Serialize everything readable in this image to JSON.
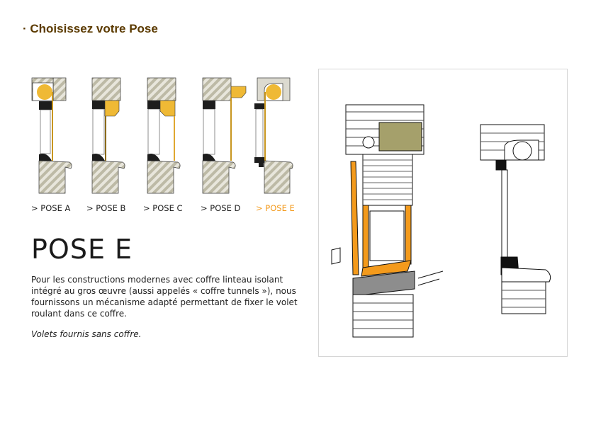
{
  "section_title": "· Choisissez votre Pose",
  "poses": [
    {
      "label": "> POSE A",
      "active": false
    },
    {
      "label": "> POSE B",
      "active": false
    },
    {
      "label": "> POSE C",
      "active": false
    },
    {
      "label": "> POSE D",
      "active": false
    },
    {
      "label": "> POSE E",
      "active": true
    }
  ],
  "selected": {
    "heading": "POSE E",
    "description": "Pour les constructions modernes avec coffre linteau isolant intégré au gros œuvre  (aussi appelés « coffre tunnels »), nous fournissons un mécanisme adapté permettant de fixer le volet roulant dans ce coffre.",
    "note": "Volets fournis sans coffre."
  },
  "colors": {
    "accent": "#f39a1c",
    "title": "#5b3a00",
    "shutter": "#efb935",
    "wall": "#c9c7b6"
  }
}
